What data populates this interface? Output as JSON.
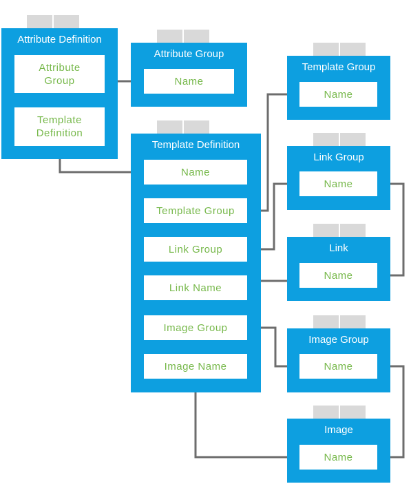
{
  "entities": {
    "attribute_definition": {
      "title": "Attribute Definition",
      "fields": [
        "Attribute\nGroup",
        "Template\nDefinition"
      ]
    },
    "attribute_group": {
      "title": "Attribute Group",
      "fields": [
        "Name"
      ]
    },
    "template_definition": {
      "title": "Template Definition",
      "fields": [
        "Name",
        "Template Group",
        "Link Group",
        "Link Name",
        "Image Group",
        "Image Name"
      ]
    },
    "template_group": {
      "title": "Template Group",
      "fields": [
        "Name"
      ]
    },
    "link_group": {
      "title": "Link Group",
      "fields": [
        "Name"
      ]
    },
    "link": {
      "title": "Link",
      "fields": [
        "Name"
      ]
    },
    "image_group": {
      "title": "Image Group",
      "fields": [
        "Name"
      ]
    },
    "image": {
      "title": "Image",
      "fields": [
        "Name"
      ]
    }
  },
  "colors": {
    "entity_fill": "#0d9fe0",
    "field_text": "#76b84a",
    "connector": "#6d6d6d",
    "tab": "#d9d9d9"
  },
  "connections": [
    {
      "from": "attribute_definition.Attribute Group",
      "to": "attribute_group.Name"
    },
    {
      "from": "attribute_definition.Template Definition",
      "to": "template_definition.Name"
    },
    {
      "from": "template_definition.Template Group",
      "to": "template_group.Name"
    },
    {
      "from": "template_definition.Link Group",
      "to": "link_group.Name"
    },
    {
      "from": "template_definition.Link Name",
      "to": "link.Name"
    },
    {
      "from": "link_group.Name",
      "to": "link.Name"
    },
    {
      "from": "template_definition.Image Group",
      "to": "image_group.Name"
    },
    {
      "from": "template_definition.Image Name",
      "to": "image.Name"
    },
    {
      "from": "image_group.Name",
      "to": "image.Name"
    }
  ]
}
